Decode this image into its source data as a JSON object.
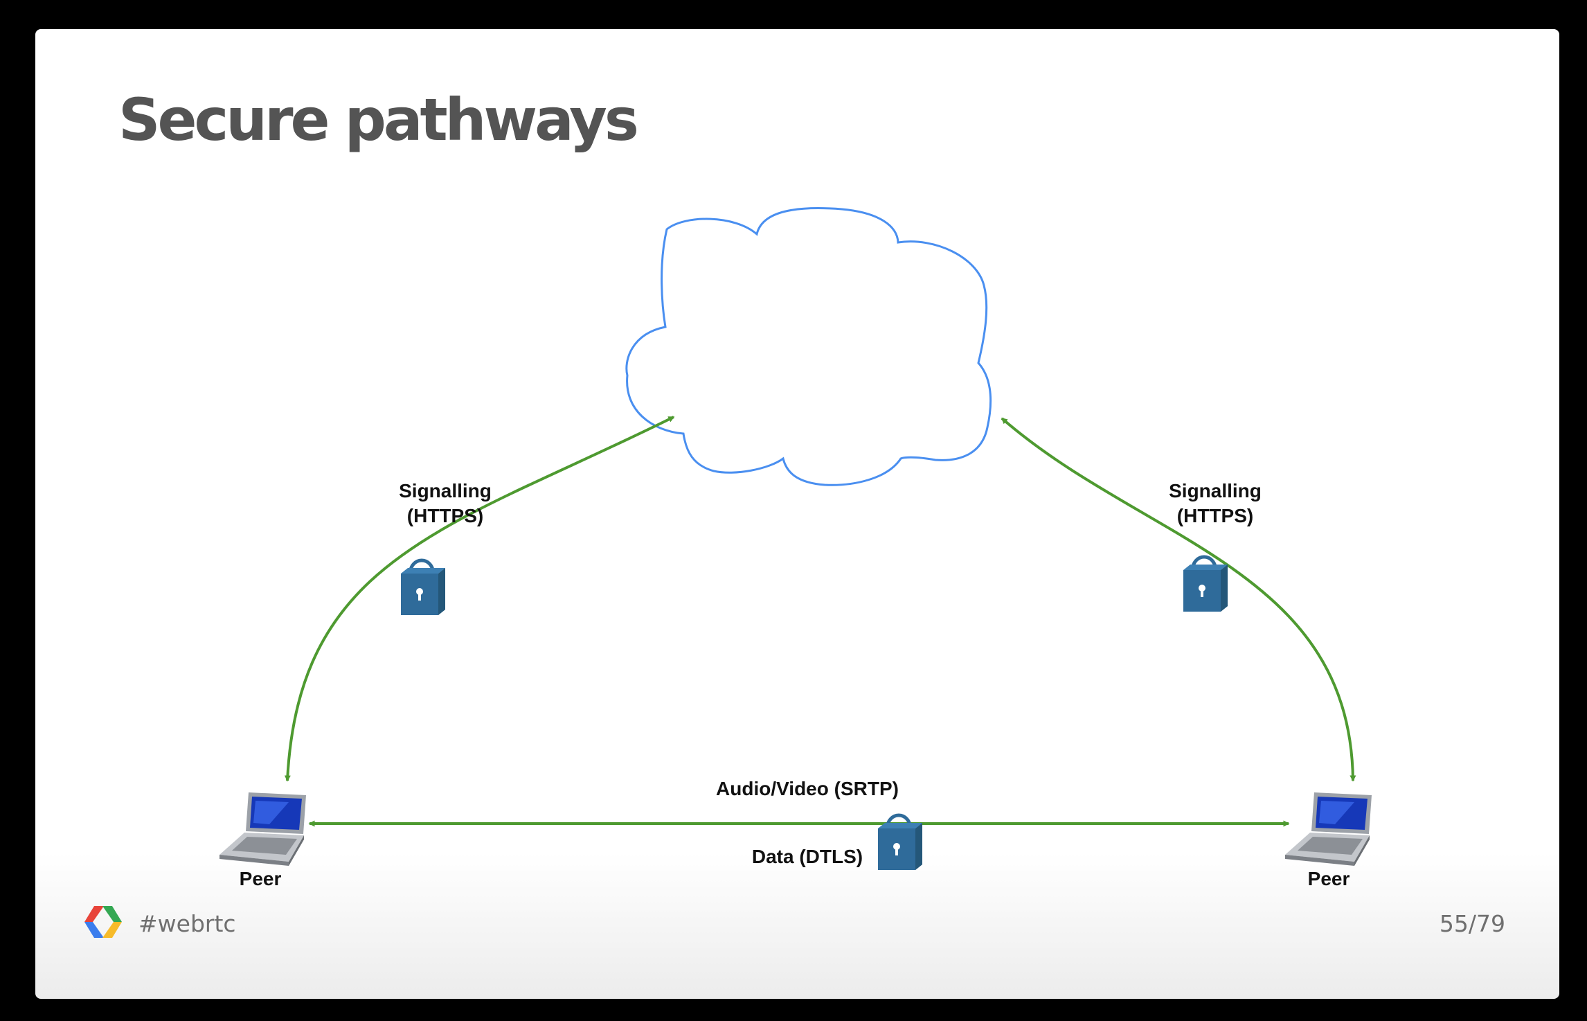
{
  "slide": {
    "title": "Secure pathways",
    "hashtag": "#webrtc",
    "page_number": "55/79"
  },
  "diagram": {
    "left_link": {
      "line1": "Signalling",
      "line2": "(HTTPS)"
    },
    "right_link": {
      "line1": "Signalling",
      "line2": "(HTTPS)"
    },
    "peer_link_top": "Audio/Video (SRTP)",
    "peer_link_bottom": "Data (DTLS)",
    "peer_left": "Peer",
    "peer_right": "Peer"
  },
  "colors": {
    "arrow": "#4e9a30",
    "cloud": "#4a8ff0",
    "lock": "#2f6b9a",
    "title": "#545454"
  }
}
